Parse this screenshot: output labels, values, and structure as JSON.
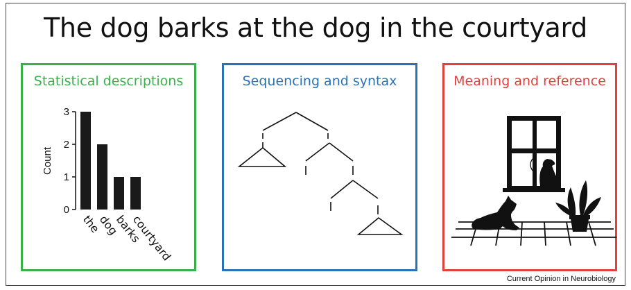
{
  "title": "The dog barks at the dog in the courtyard",
  "panels": {
    "statistical": {
      "title": "Statistical descriptions",
      "color": "#3ab04a"
    },
    "syntax": {
      "title": "Sequencing and syntax",
      "color": "#2a72b5"
    },
    "meaning": {
      "title": "Meaning and reference",
      "color": "#e3403b"
    }
  },
  "chart_data": {
    "type": "bar",
    "categories": [
      "the",
      "dog",
      "barks",
      "courtyard"
    ],
    "values": [
      3,
      2,
      1,
      1
    ],
    "ylabel": "Count",
    "yticks": [
      "0",
      "1",
      "2",
      "3"
    ],
    "ylim": [
      0,
      3
    ],
    "grid": false
  },
  "credit": "Current Opinion in Neurobiology"
}
